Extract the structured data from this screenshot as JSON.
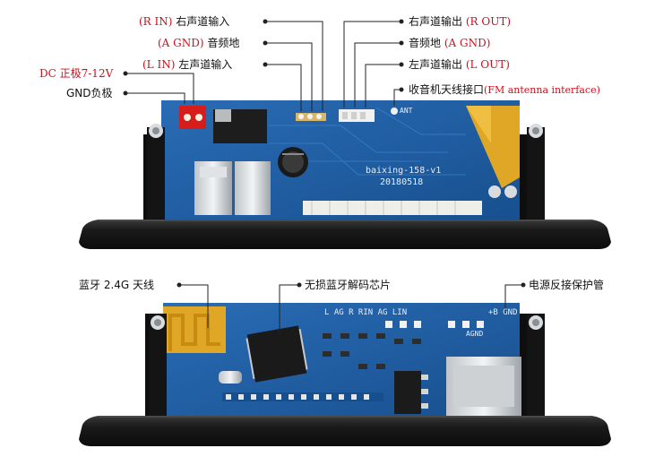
{
  "colors": {
    "pcb_blue": "#1f5fa6",
    "pcb_dark": "#143f78",
    "bezel": "#1b1b1b",
    "callout_red": "#d0101a",
    "gold": "#e0a626"
  },
  "top_board": {
    "left_labels": {
      "r_in_code": "(R IN)",
      "r_in_text": "右声道输入",
      "a_gnd_code": "(A GND)",
      "a_gnd_text": "音频地",
      "l_in_code": "(L IN)",
      "l_in_text": "左声道输入",
      "dc_code": "DC 正极7-12V",
      "gnd_text": "GND负极"
    },
    "right_labels": {
      "r_out_text": "右声道输出",
      "r_out_code": "(R OUT)",
      "a_gnd_text": "音频地",
      "a_gnd_code": "(A GND)",
      "l_out_text": "左声道输出",
      "l_out_code": "(L OUT)",
      "fm_text": "收音机天线接口",
      "fm_code": "(FM antenna interface)"
    },
    "silkscreen": {
      "board_name": "baixing-158-v1",
      "board_date": "20180518",
      "ant": "ANT"
    }
  },
  "bottom_board": {
    "labels": {
      "bt": "蓝牙 2.4G 天线",
      "chip": "无损蓝牙解码芯片",
      "protect": "电源反接保护管"
    },
    "silkscreen": {
      "pins": "L AG R  RIN AG LIN",
      "bgnd": "+B GND",
      "agnd": "AGND"
    }
  }
}
